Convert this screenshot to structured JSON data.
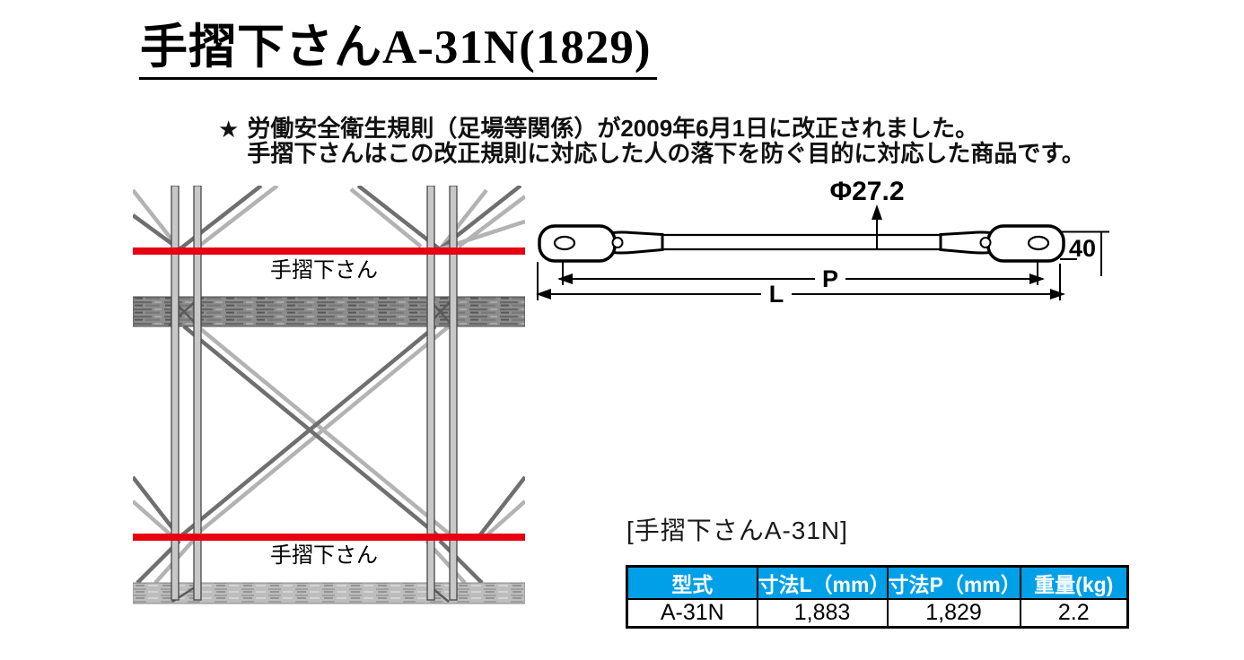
{
  "colors": {
    "table_header_bg": "#00a0e8",
    "highlight_red": "#e60012"
  },
  "header": {
    "title": "手摺下さんA-31N(1829)"
  },
  "note": {
    "bullet": "★",
    "line1": "労働安全衛生規則（足場等関係）が2009年6月1日に改正されました。",
    "line2": "手摺下さんはこの改正規則に対応した人の落下を防ぐ目的に対応した商品です。"
  },
  "photo": {
    "label_top": "手摺下さん",
    "label_bottom": "手摺下さん"
  },
  "drawing": {
    "diameter": "Φ27.2",
    "end_height": "40",
    "pitch_label": "P",
    "length_label": "L"
  },
  "product_label": "[手摺下さんA-31N]",
  "spec_table": {
    "columns": [
      "型式",
      "寸法L（mm）",
      "寸法P（mm）",
      "重量(kg)"
    ],
    "rows": [
      [
        "A-31N",
        "1,883",
        "1,829",
        "2.2"
      ]
    ]
  }
}
